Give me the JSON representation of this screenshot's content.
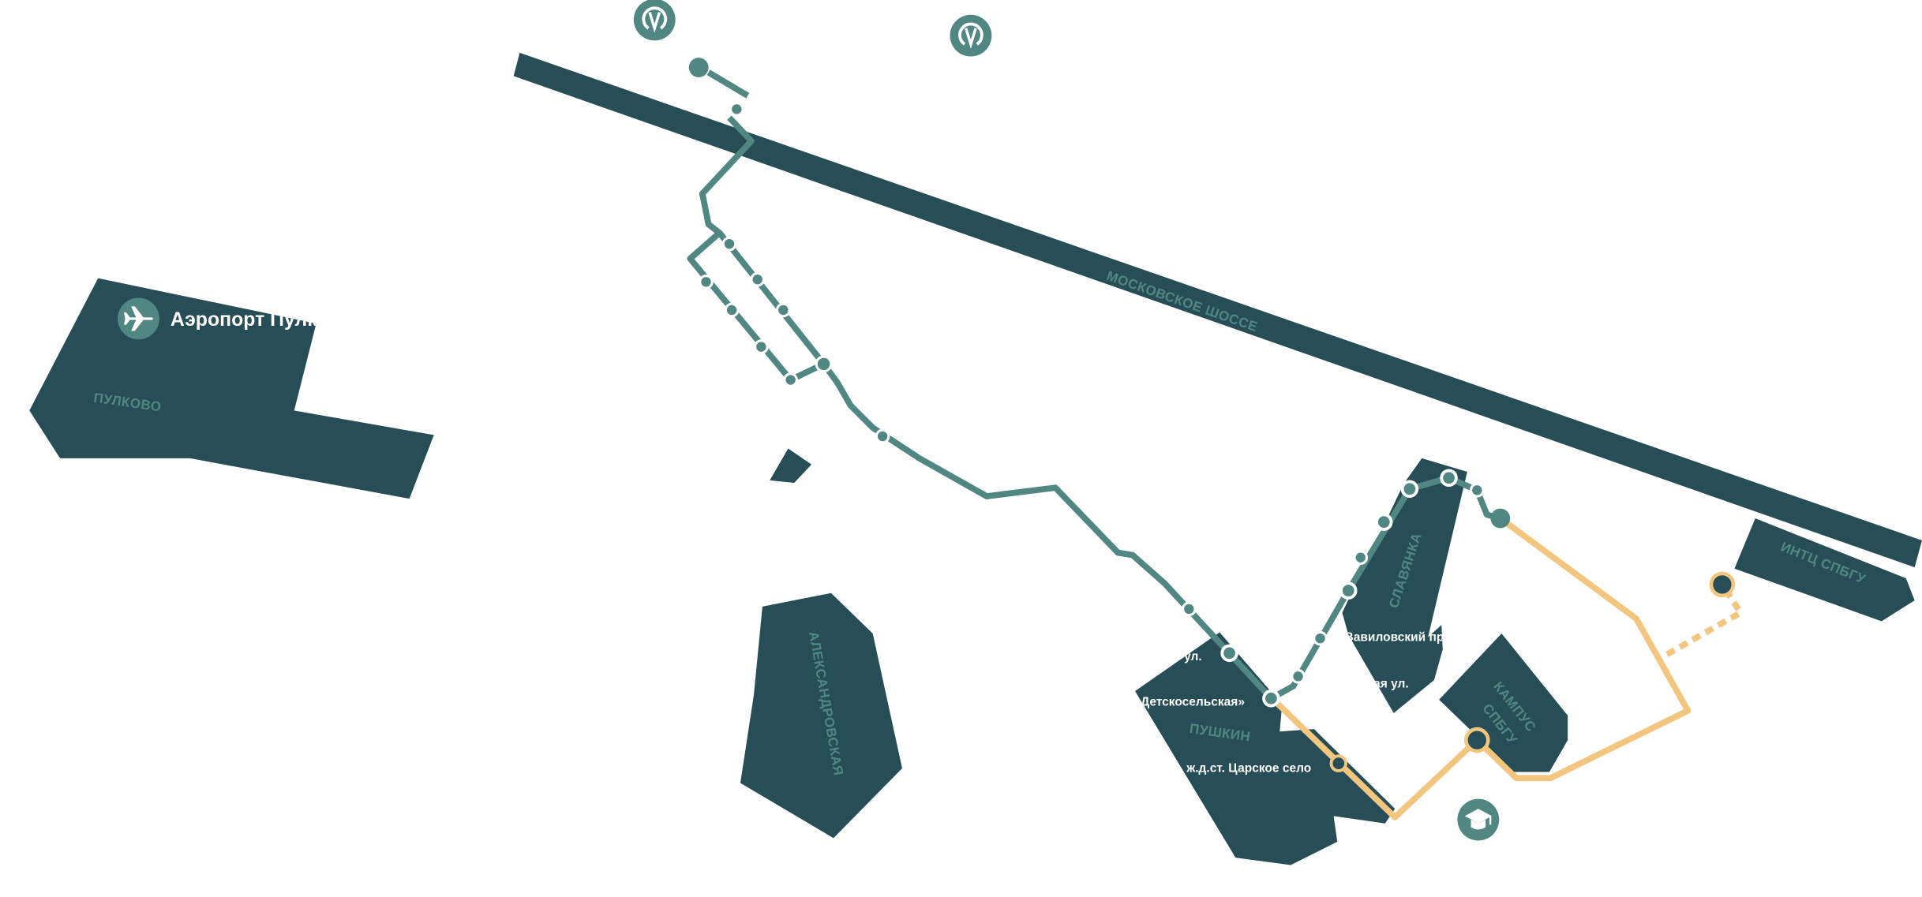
{
  "colors": {
    "area": "#274D56",
    "metro_line": "#518782",
    "route": "#F2C67F",
    "background": "#FFFFFF"
  },
  "labels": {
    "airport": "Аэропорт Пулково",
    "pulkovo": "ПУЛКОВО",
    "highway": "МОСКОВСКОЕ ШОССЕ",
    "aleksandrovskaya": "АЛЕКСАНДРОВСКАЯ",
    "slavyanka": "СЛАВЯНКА",
    "pushkin": "ПУШКИН",
    "campus_line1": "КАМПУС",
    "campus_line2": "СПБГУ",
    "intc": "ИНТЦ СПБГУ"
  },
  "stops": {
    "street_ul": "ул.",
    "detskoselskaya": "«Детскосельская»",
    "tsarskoe_selo": "ж.д.ст. Царское село",
    "vavilovsky": "Вавиловский пр.",
    "skaya_ul": "ская ул."
  },
  "icons": {
    "metro": "metro-icon",
    "airport": "airplane-icon",
    "university": "graduation-cap-icon"
  }
}
